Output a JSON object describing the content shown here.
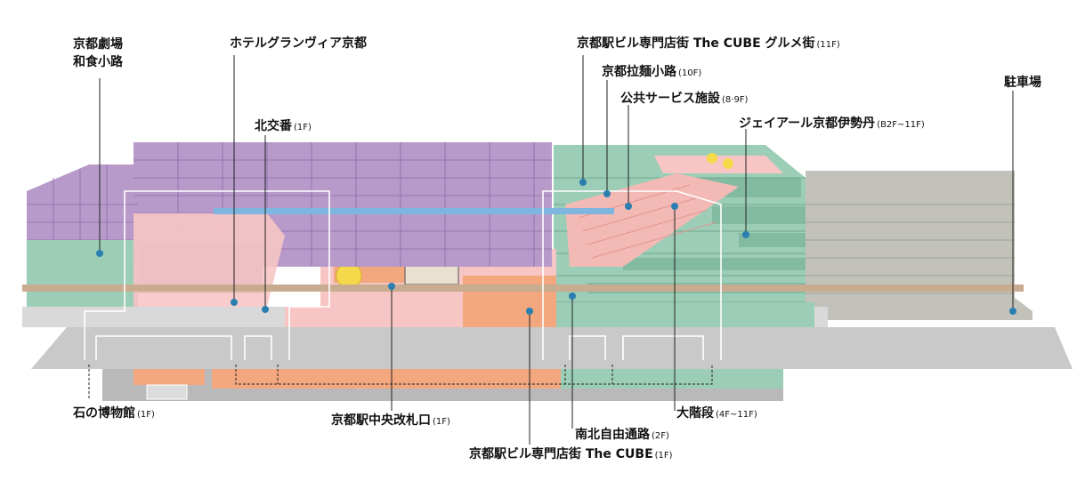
{
  "labels": {
    "theater": {
      "line1": "京都劇場",
      "line2": "和食小路"
    },
    "hotel": {
      "name": "ホテルグランヴィア京都",
      "floor": ""
    },
    "police": {
      "name": "北交番",
      "floor": "(1F)"
    },
    "cube_gourmet": {
      "name": "京都駅ビル専門店街 The CUBE グルメ街",
      "floor": "(11F)"
    },
    "ramen": {
      "name": "京都拉麺小路",
      "floor": "(10F)"
    },
    "public": {
      "name": "公共サービス施設",
      "floor": "(8·9F)"
    },
    "isetan": {
      "name": "ジェイアール京都伊勢丹",
      "floor": "(B2F~11F)"
    },
    "parking": {
      "name": "駐車場",
      "floor": ""
    },
    "stone": {
      "name": "石の博物館",
      "floor": "(1F)"
    },
    "gate": {
      "name": "京都駅中央改札口",
      "floor": "(1F)"
    },
    "stairs": {
      "name": "大階段",
      "floor": "(4F~11F)"
    },
    "skyway": {
      "name": "南北自由通路",
      "floor": "(2F)"
    },
    "cube1f": {
      "name": "京都駅ビル専門店街 The CUBE",
      "floor": "(1F)"
    }
  },
  "colors": {
    "hotel": "#b79ac9",
    "hotel_dark": "#8e6aa8",
    "isetan": "#9ccdb6",
    "isetan_dark": "#6fa88e",
    "shops": "#f2a77f",
    "atrium": "#f7c6c4",
    "base": "#c8c8c8",
    "ground": "#d6d6d6",
    "walkway": "#7fb6e0",
    "marker": "#2a7fb0",
    "parking": "#c2c2bb"
  }
}
